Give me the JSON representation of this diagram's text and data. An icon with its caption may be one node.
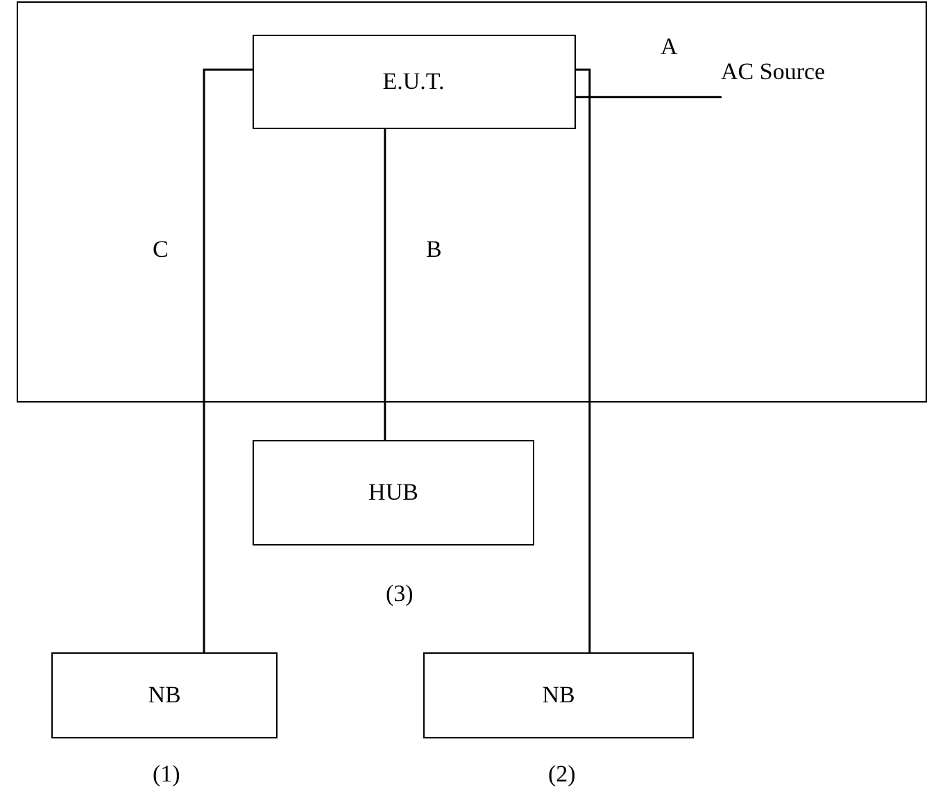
{
  "diagram": {
    "nodes": [
      {
        "text": [],
        "shape": "box"
      },
      {
        "text": [
          "E.U.T."
        ],
        "in": 0
      },
      {
        "text": [
          "AC Source"
        ],
        "in": 0
      },
      {
        "text": [
          "HUB"
        ],
        "beside": [
          "(3)"
        ]
      },
      {
        "text": [
          "NB"
        ],
        "beside": [
          "(1)"
        ]
      },
      {
        "text": [
          "NB"
        ],
        "beside": [
          "(2)"
        ]
      }
    ],
    "edges": [
      {
        "from": 1,
        "to": 2,
        "arrow": "none",
        "label": "A"
      },
      {
        "from": 1,
        "to": 3,
        "arrow": "none",
        "label": "B"
      },
      {
        "from": 1,
        "to": 4,
        "arrow": "none",
        "label": "C"
      },
      {
        "from": 1,
        "to": 5,
        "arrow": "none"
      }
    ]
  }
}
